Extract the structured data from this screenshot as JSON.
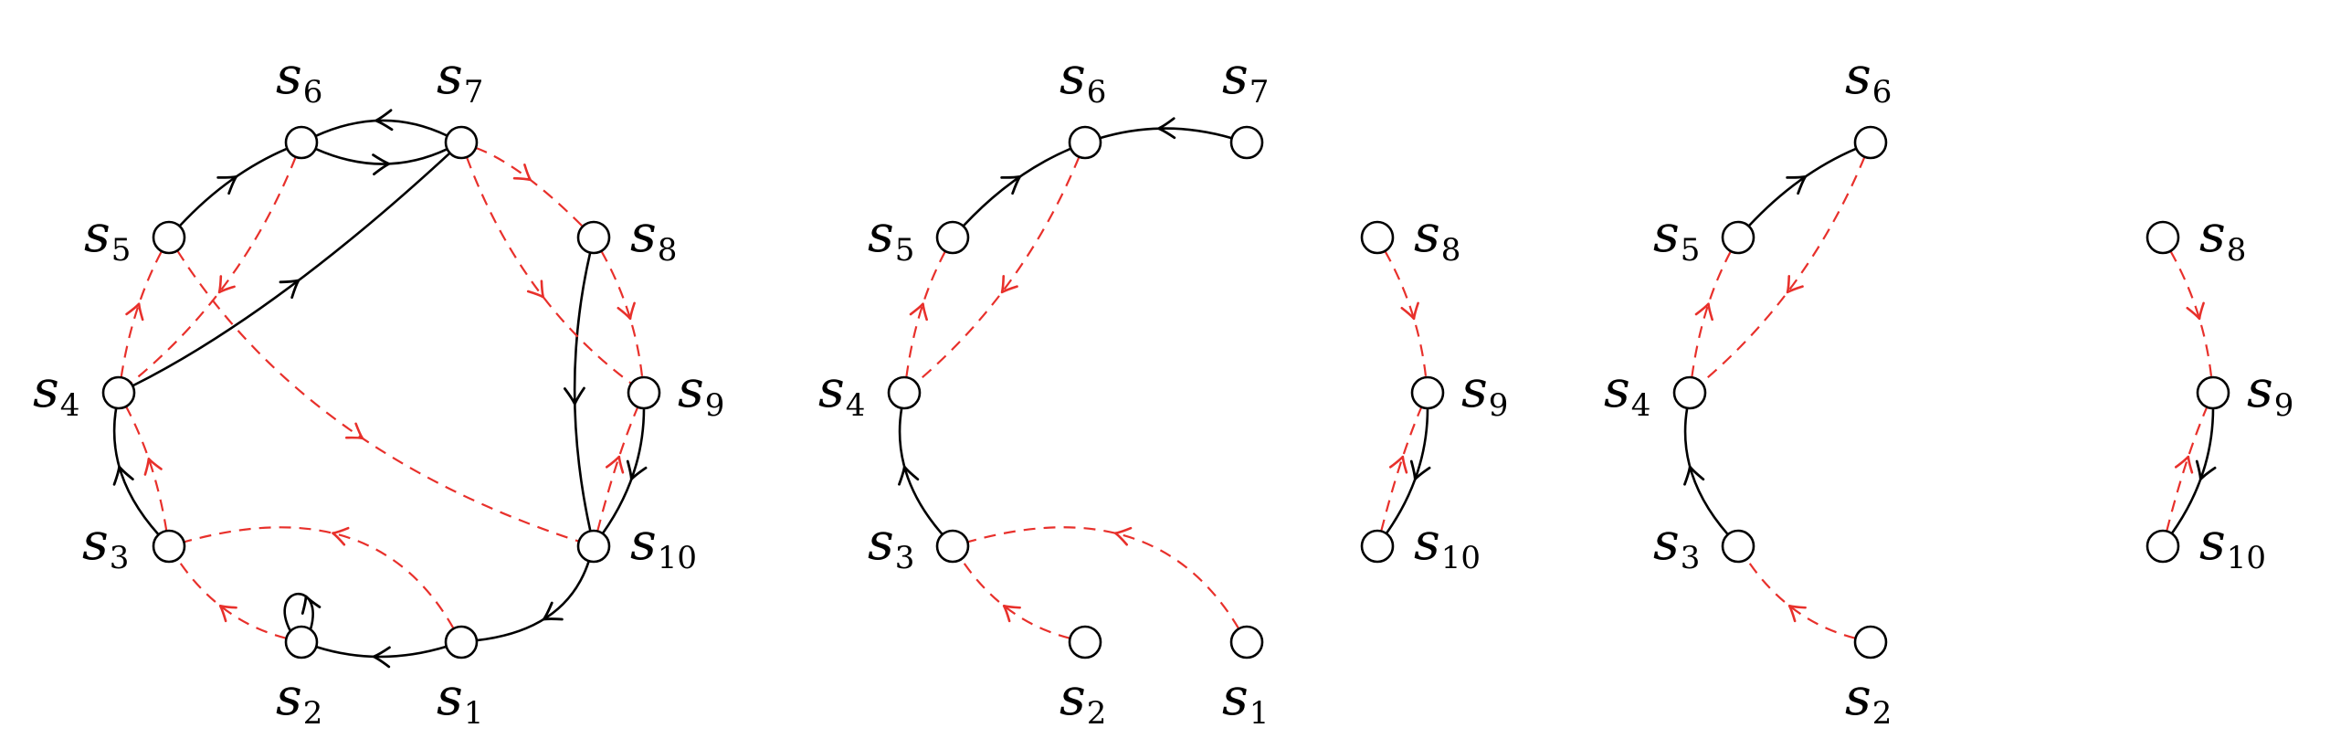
{
  "colors": {
    "solid": "#000000",
    "dashed": "#e8302b"
  },
  "panels": [
    {
      "id": "p1",
      "nodes": [
        {
          "id": "s1",
          "label": "s",
          "sub": "1"
        },
        {
          "id": "s2",
          "label": "s",
          "sub": "2"
        },
        {
          "id": "s3",
          "label": "s",
          "sub": "3"
        },
        {
          "id": "s4",
          "label": "s",
          "sub": "4"
        },
        {
          "id": "s5",
          "label": "s",
          "sub": "5"
        },
        {
          "id": "s6",
          "label": "s",
          "sub": "6"
        },
        {
          "id": "s7",
          "label": "s",
          "sub": "7"
        },
        {
          "id": "s8",
          "label": "s",
          "sub": "8"
        },
        {
          "id": "s9",
          "label": "s",
          "sub": "9"
        },
        {
          "id": "s10",
          "label": "s",
          "sub": "10"
        }
      ],
      "edges": [
        {
          "from": "s5",
          "to": "s6",
          "style": "solid"
        },
        {
          "from": "s7",
          "to": "s6",
          "style": "solid"
        },
        {
          "from": "s6",
          "to": "s7",
          "style": "solid"
        },
        {
          "from": "s4",
          "to": "s7",
          "style": "solid"
        },
        {
          "from": "s8",
          "to": "s10",
          "style": "solid"
        },
        {
          "from": "s9",
          "to": "s10",
          "style": "solid"
        },
        {
          "from": "s10",
          "to": "s1",
          "style": "solid"
        },
        {
          "from": "s1",
          "to": "s2",
          "style": "solid"
        },
        {
          "from": "s2",
          "to": "s2",
          "style": "solid"
        },
        {
          "from": "s3",
          "to": "s4",
          "style": "solid"
        },
        {
          "from": "s6",
          "to": "s4",
          "style": "dashed"
        },
        {
          "from": "s4",
          "to": "s5",
          "style": "dashed"
        },
        {
          "from": "s3",
          "to": "s4",
          "style": "dashed"
        },
        {
          "from": "s2",
          "to": "s3",
          "style": "dashed"
        },
        {
          "from": "s1",
          "to": "s3",
          "style": "dashed"
        },
        {
          "from": "s5",
          "to": "s10",
          "style": "dashed"
        },
        {
          "from": "s7",
          "to": "s8",
          "style": "dashed"
        },
        {
          "from": "s7",
          "to": "s9",
          "style": "dashed"
        },
        {
          "from": "s8",
          "to": "s9",
          "style": "dashed"
        },
        {
          "from": "s10",
          "to": "s9",
          "style": "dashed"
        }
      ]
    },
    {
      "id": "p2",
      "nodes": [
        {
          "id": "s1",
          "label": "s",
          "sub": "1"
        },
        {
          "id": "s2",
          "label": "s",
          "sub": "2"
        },
        {
          "id": "s3",
          "label": "s",
          "sub": "3"
        },
        {
          "id": "s4",
          "label": "s",
          "sub": "4"
        },
        {
          "id": "s5",
          "label": "s",
          "sub": "5"
        },
        {
          "id": "s6",
          "label": "s",
          "sub": "6"
        },
        {
          "id": "s7",
          "label": "s",
          "sub": "7"
        },
        {
          "id": "s8",
          "label": "s",
          "sub": "8"
        },
        {
          "id": "s9",
          "label": "s",
          "sub": "9"
        },
        {
          "id": "s10",
          "label": "s",
          "sub": "10"
        }
      ],
      "edges": [
        {
          "from": "s5",
          "to": "s6",
          "style": "solid"
        },
        {
          "from": "s7",
          "to": "s6",
          "style": "solid"
        },
        {
          "from": "s3",
          "to": "s4",
          "style": "solid"
        },
        {
          "from": "s9",
          "to": "s10",
          "style": "solid"
        },
        {
          "from": "s6",
          "to": "s4",
          "style": "dashed"
        },
        {
          "from": "s4",
          "to": "s5",
          "style": "dashed"
        },
        {
          "from": "s2",
          "to": "s3",
          "style": "dashed"
        },
        {
          "from": "s1",
          "to": "s3",
          "style": "dashed"
        },
        {
          "from": "s8",
          "to": "s9",
          "style": "dashed"
        },
        {
          "from": "s10",
          "to": "s9",
          "style": "dashed"
        }
      ]
    },
    {
      "id": "p3",
      "nodes": [
        {
          "id": "s2",
          "label": "s",
          "sub": "2"
        },
        {
          "id": "s3",
          "label": "s",
          "sub": "3"
        },
        {
          "id": "s4",
          "label": "s",
          "sub": "4"
        },
        {
          "id": "s5",
          "label": "s",
          "sub": "5"
        },
        {
          "id": "s6",
          "label": "s",
          "sub": "6"
        },
        {
          "id": "s8",
          "label": "s",
          "sub": "8"
        },
        {
          "id": "s9",
          "label": "s",
          "sub": "9"
        },
        {
          "id": "s10",
          "label": "s",
          "sub": "10"
        }
      ],
      "edges": [
        {
          "from": "s5",
          "to": "s6",
          "style": "solid"
        },
        {
          "from": "s3",
          "to": "s4",
          "style": "solid"
        },
        {
          "from": "s9",
          "to": "s10",
          "style": "solid"
        },
        {
          "from": "s6",
          "to": "s4",
          "style": "dashed"
        },
        {
          "from": "s4",
          "to": "s5",
          "style": "dashed"
        },
        {
          "from": "s2",
          "to": "s3",
          "style": "dashed"
        },
        {
          "from": "s8",
          "to": "s9",
          "style": "dashed"
        },
        {
          "from": "s10",
          "to": "s9",
          "style": "dashed"
        }
      ]
    }
  ]
}
